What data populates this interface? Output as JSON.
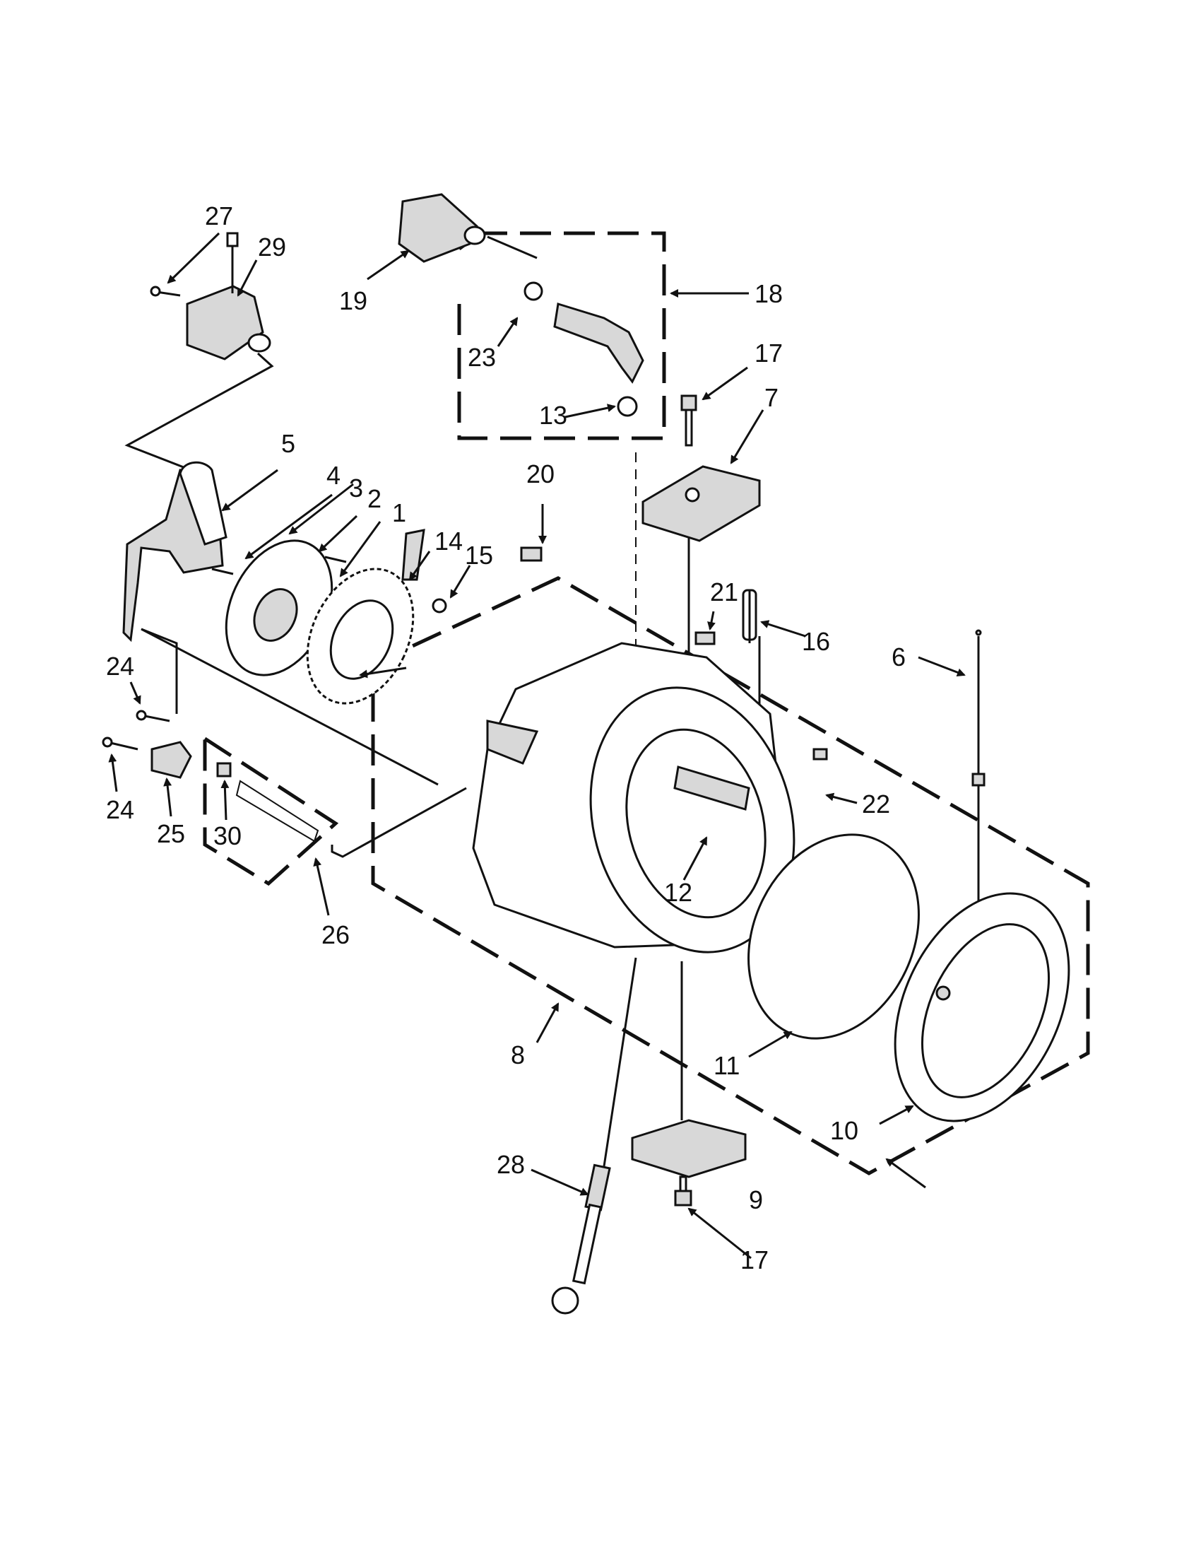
{
  "callouts": {
    "c1": "1",
    "c2": "2",
    "c3": "3",
    "c4": "4",
    "c5": "5",
    "c6": "6",
    "c7": "7",
    "c8": "8",
    "c9": "9",
    "c10": "10",
    "c11": "11",
    "c12": "12",
    "c13": "13",
    "c14": "14",
    "c15": "15",
    "c16": "16",
    "c17a": "17",
    "c17b": "17",
    "c18": "18",
    "c19": "19",
    "c20": "20",
    "c21": "21",
    "c22": "22",
    "c23": "23",
    "c24a": "24",
    "c24b": "24",
    "c25": "25",
    "c26": "26",
    "c27": "27",
    "c28": "28",
    "c29": "29",
    "c30": "30"
  }
}
